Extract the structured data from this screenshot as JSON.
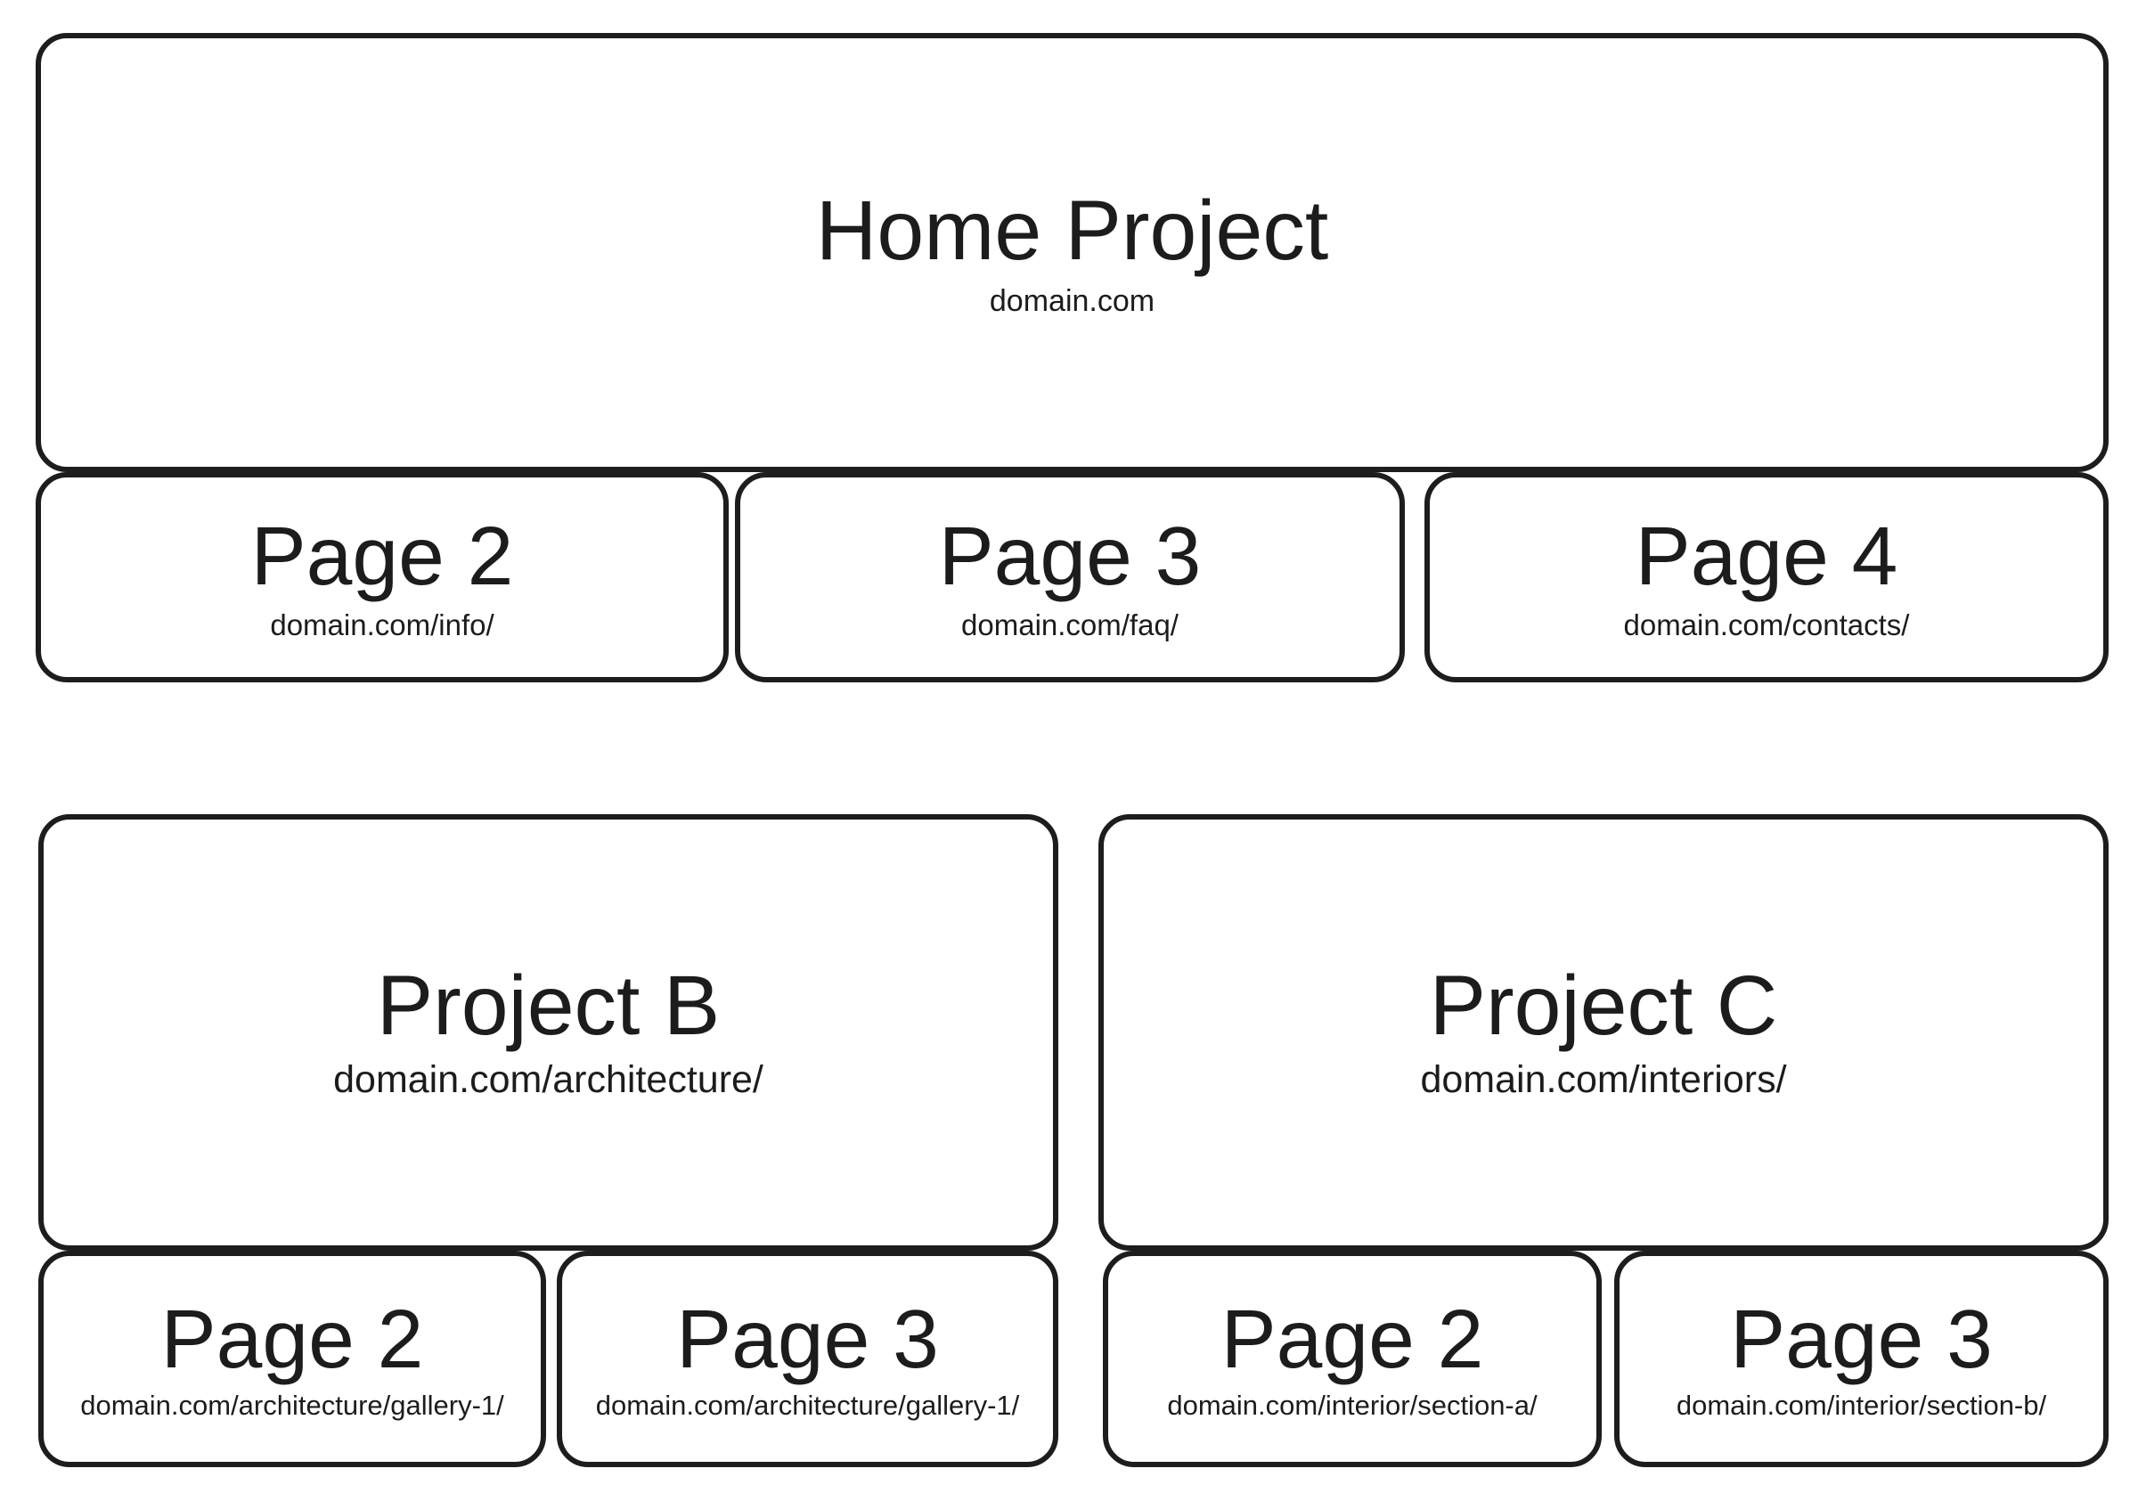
{
  "colors": {
    "background": "#ffffff",
    "border": "#1d1d1d",
    "text": "#1c1c1c"
  },
  "map": {
    "home": {
      "title": "Home Project",
      "url": "domain.com"
    },
    "home_children": [
      {
        "title": "Page 2",
        "url": "domain.com/info/"
      },
      {
        "title": "Page 3",
        "url": "domain.com/faq/"
      },
      {
        "title": "Page 4",
        "url": "domain.com/contacts/"
      }
    ],
    "project_b": {
      "title": "Project B",
      "url": "domain.com/architecture/"
    },
    "project_b_children": [
      {
        "title": "Page 2",
        "url": "domain.com/architecture/gallery-1/"
      },
      {
        "title": "Page 3",
        "url": "domain.com/architecture/gallery-1/"
      }
    ],
    "project_c": {
      "title": "Project C",
      "url": "domain.com/interiors/"
    },
    "project_c_children": [
      {
        "title": "Page 2",
        "url": "domain.com/interior/section-a/"
      },
      {
        "title": "Page 3",
        "url": "domain.com/interior/section-b/"
      }
    ]
  }
}
